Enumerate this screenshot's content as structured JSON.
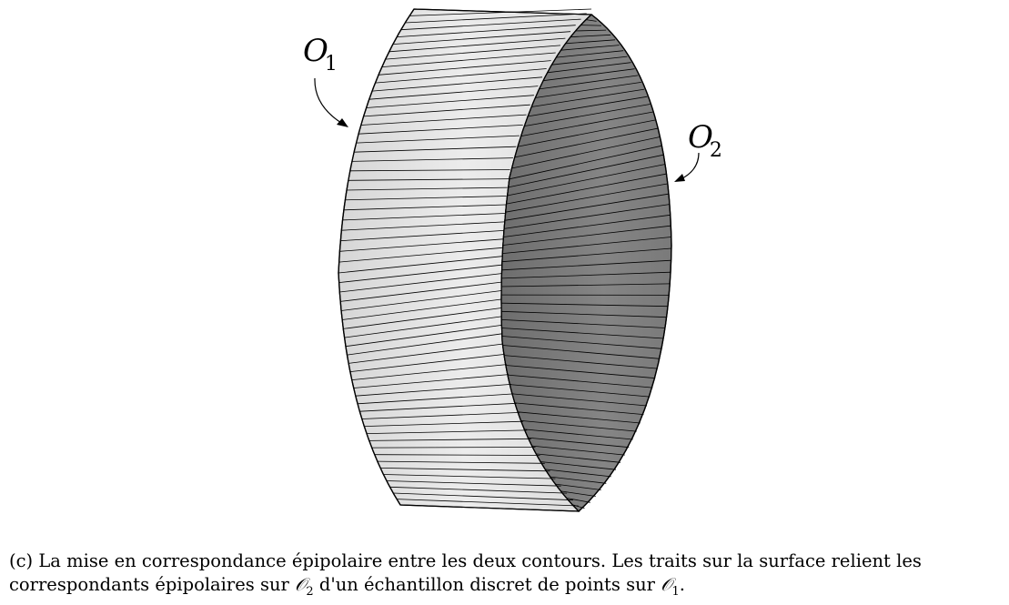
{
  "figure": {
    "label_o1": "O",
    "label_o1_sub": "1",
    "label_o2": "O",
    "label_o2_sub": "2",
    "colors": {
      "outer_surface": "#e2e2e2",
      "inner_surface": "#7a7a7a",
      "stroke": "#000000"
    }
  },
  "caption": {
    "line1": "(c) La mise en correspondance épipolaire entre les deux contours. Les traits sur la surface relient les",
    "line2_prefix": "correspondants épipolaires sur ",
    "sym_a": "𝒪",
    "sym_a_sub": "2",
    "line2_middle": " d'un échantillon discret de points sur ",
    "sym_b": "𝒪",
    "sym_b_sub": "1",
    "line2_suffix": "."
  }
}
